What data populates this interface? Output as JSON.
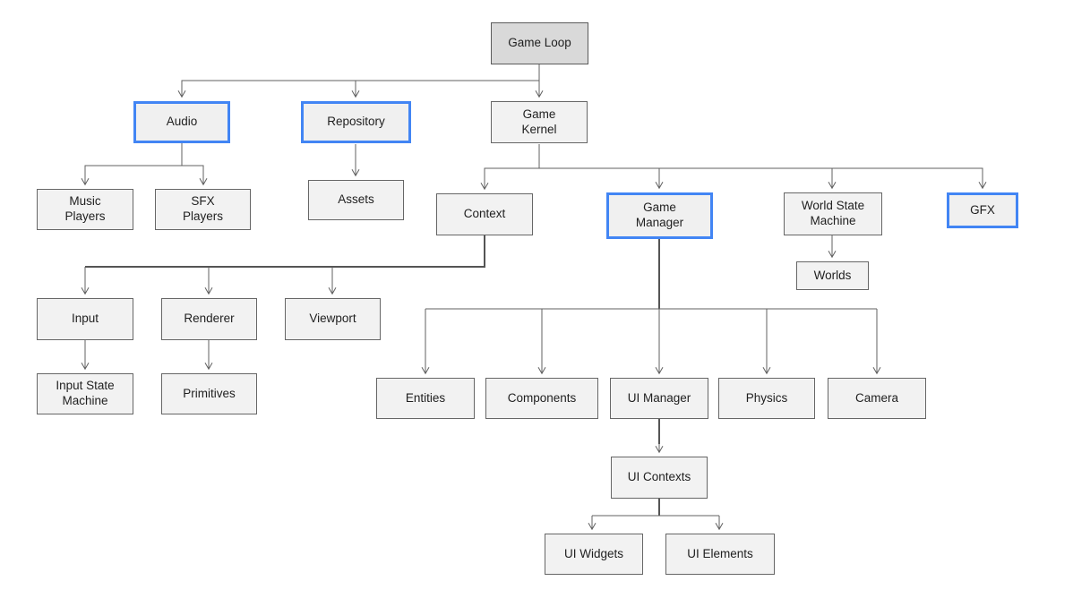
{
  "diagram": {
    "type": "tree-flowchart",
    "colors": {
      "background": "#ffffff",
      "node_fill": "#f2f2f2",
      "root_node_fill": "#d9d9d9",
      "node_border": "#666666",
      "highlight_border": "#4285f4",
      "connector": "#616161",
      "text": "#1f1f1f"
    },
    "nodes": [
      {
        "id": "game-loop",
        "label": "Game Loop",
        "variant": "root"
      },
      {
        "id": "audio",
        "label": "Audio",
        "variant": "highlight"
      },
      {
        "id": "repository",
        "label": "Repository",
        "variant": "highlight"
      },
      {
        "id": "game-kernel",
        "label": "Game\nKernel",
        "variant": "default"
      },
      {
        "id": "music-players",
        "label": "Music\nPlayers",
        "variant": "default"
      },
      {
        "id": "sfx-players",
        "label": "SFX\nPlayers",
        "variant": "default"
      },
      {
        "id": "assets",
        "label": "Assets",
        "variant": "default"
      },
      {
        "id": "context",
        "label": "Context",
        "variant": "default"
      },
      {
        "id": "game-manager",
        "label": "Game\nManager",
        "variant": "highlight"
      },
      {
        "id": "world-state-machine",
        "label": "World State\nMachine",
        "variant": "default"
      },
      {
        "id": "worlds",
        "label": "Worlds",
        "variant": "default"
      },
      {
        "id": "gfx",
        "label": "GFX",
        "variant": "highlight"
      },
      {
        "id": "input",
        "label": "Input",
        "variant": "default"
      },
      {
        "id": "renderer",
        "label": "Renderer",
        "variant": "default"
      },
      {
        "id": "viewport",
        "label": "Viewport",
        "variant": "default"
      },
      {
        "id": "input-state-machine",
        "label": "Input State\nMachine",
        "variant": "default"
      },
      {
        "id": "primitives",
        "label": "Primitives",
        "variant": "default"
      },
      {
        "id": "entities",
        "label": "Entities",
        "variant": "default"
      },
      {
        "id": "components",
        "label": "Components",
        "variant": "default"
      },
      {
        "id": "ui-manager",
        "label": "UI Manager",
        "variant": "default"
      },
      {
        "id": "physics",
        "label": "Physics",
        "variant": "default"
      },
      {
        "id": "camera",
        "label": "Camera",
        "variant": "default"
      },
      {
        "id": "ui-contexts",
        "label": "UI Contexts",
        "variant": "default"
      },
      {
        "id": "ui-widgets",
        "label": "UI Widgets",
        "variant": "default"
      },
      {
        "id": "ui-elements",
        "label": "UI Elements",
        "variant": "default"
      }
    ],
    "edges": [
      [
        "game-loop",
        "audio"
      ],
      [
        "game-loop",
        "repository"
      ],
      [
        "game-loop",
        "game-kernel"
      ],
      [
        "audio",
        "music-players"
      ],
      [
        "audio",
        "sfx-players"
      ],
      [
        "repository",
        "assets"
      ],
      [
        "game-kernel",
        "context"
      ],
      [
        "game-kernel",
        "game-manager"
      ],
      [
        "game-kernel",
        "world-state-machine"
      ],
      [
        "game-kernel",
        "gfx"
      ],
      [
        "context",
        "input"
      ],
      [
        "context",
        "renderer"
      ],
      [
        "context",
        "viewport"
      ],
      [
        "input",
        "input-state-machine"
      ],
      [
        "renderer",
        "primitives"
      ],
      [
        "game-manager",
        "entities"
      ],
      [
        "game-manager",
        "components"
      ],
      [
        "game-manager",
        "ui-manager"
      ],
      [
        "game-manager",
        "physics"
      ],
      [
        "game-manager",
        "camera"
      ],
      [
        "world-state-machine",
        "worlds"
      ],
      [
        "ui-manager",
        "ui-contexts"
      ],
      [
        "ui-contexts",
        "ui-widgets"
      ],
      [
        "ui-contexts",
        "ui-elements"
      ]
    ]
  }
}
